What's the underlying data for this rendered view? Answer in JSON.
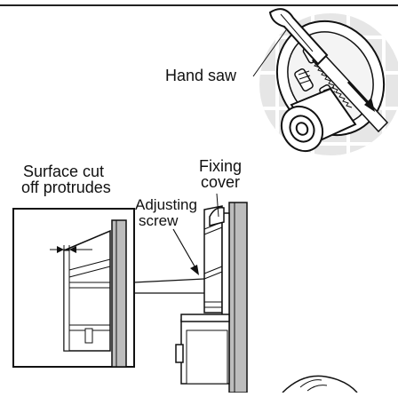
{
  "labels": {
    "hand_saw": "Hand saw",
    "fixing_cover_line1": "Fixing",
    "fixing_cover_line2": "cover",
    "surface_cut_line1": "Surface cut",
    "surface_cut_line2": "off protrudes",
    "adjusting_screw_line1": "Adjusting",
    "adjusting_screw_line2": "screw"
  }
}
